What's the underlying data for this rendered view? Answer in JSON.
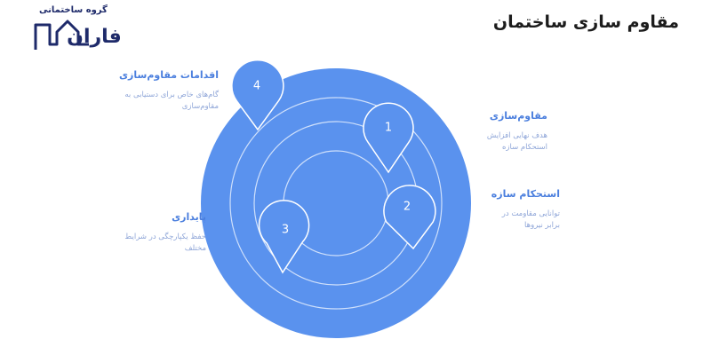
{
  "header": {
    "title": "مقاوم سازی ساختمان",
    "logo_text": "گروه ساختمانی",
    "logo_brand": "فاران"
  },
  "colors": {
    "main_circle": "#5a92ee",
    "rings": "#cfe0fb",
    "pin": "#5a92ee",
    "pin_outline": "#ffffff",
    "label_title": "#4b7fde",
    "label_desc": "#8fa6d8",
    "logo": "#1e2a6a"
  },
  "steps": [
    {
      "number": "1",
      "title": "مقاوم‌سازی",
      "description": "هدف نهایی افزایش استحکام سازه"
    },
    {
      "number": "2",
      "title": "استحکام سازه",
      "description": "توانایی مقاومت در برابر نیروها"
    },
    {
      "number": "3",
      "title": "پایداری",
      "description": "حفظ یکپارچگی در شرایط مختلف"
    },
    {
      "number": "4",
      "title": "اقدامات مقاوم‌سازی",
      "description": "گام‌های خاص برای دستیابی به مقاوم‌سازی"
    }
  ]
}
